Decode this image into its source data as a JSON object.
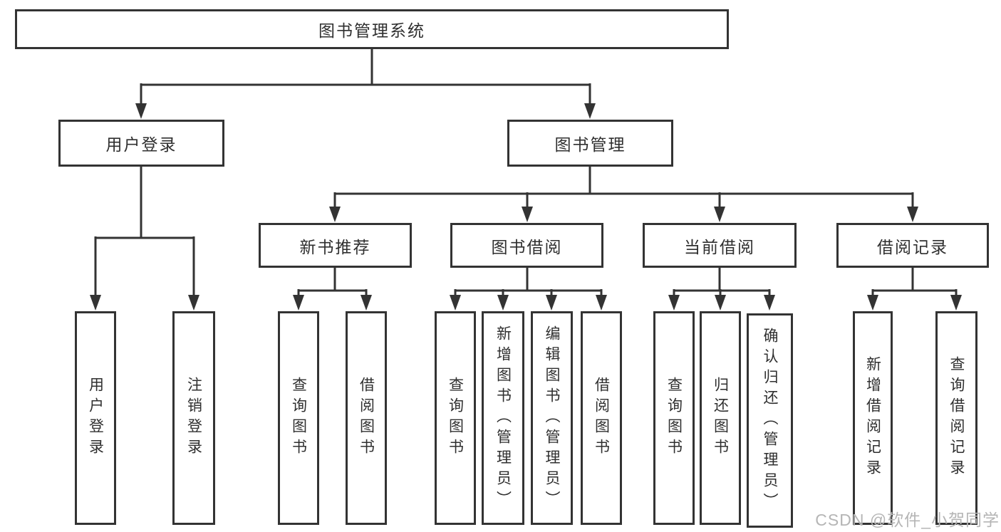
{
  "diagram": {
    "title_hint": "functional structure tree",
    "root": {
      "label": "图书管理系统"
    },
    "branches": [
      {
        "label": "用户登录",
        "children": [
          {
            "label": "用户登录"
          },
          {
            "label": "注销登录"
          }
        ]
      },
      {
        "label": "图书管理",
        "children": [
          {
            "label": "新书推荐",
            "children": [
              {
                "label": "查询图书"
              },
              {
                "label": "借阅图书"
              }
            ]
          },
          {
            "label": "图书借阅",
            "children": [
              {
                "label": "查询图书"
              },
              {
                "label": "新增图书（管理员）"
              },
              {
                "label": "编辑图书（管理员）"
              },
              {
                "label": "借阅图书"
              }
            ]
          },
          {
            "label": "当前借阅",
            "children": [
              {
                "label": "查询图书"
              },
              {
                "label": "归还图书"
              },
              {
                "label": "确认归还（管理员）"
              }
            ]
          },
          {
            "label": "借阅记录",
            "children": [
              {
                "label": "新增借阅记录"
              },
              {
                "label": "查询借阅记录"
              }
            ]
          }
        ]
      }
    ]
  },
  "watermark": {
    "text": "CSDN @软件_小贺同学"
  },
  "colors": {
    "line": "#333333",
    "text": "#2f2f2f",
    "watermark": "#b5b5b5",
    "background": "#ffffff"
  }
}
